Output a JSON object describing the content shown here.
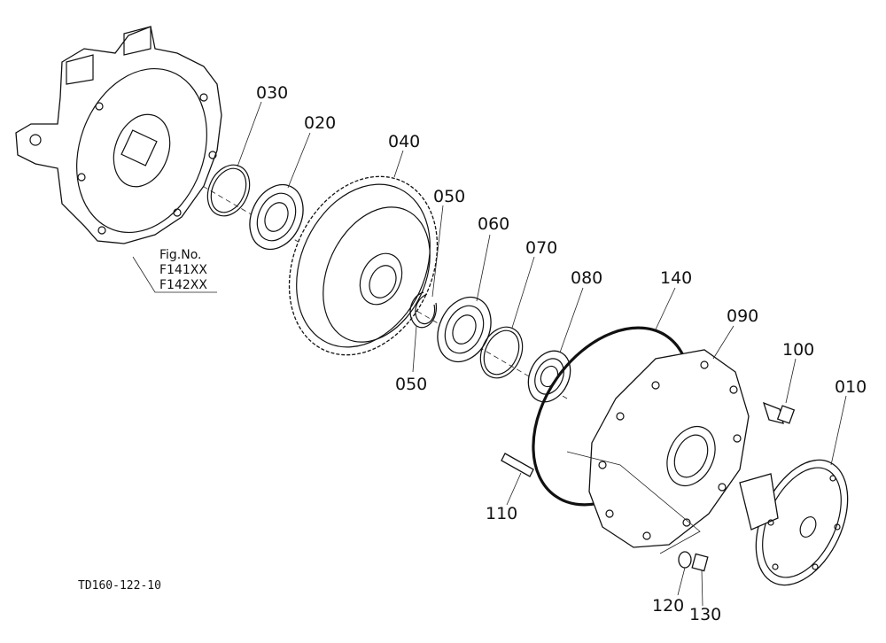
{
  "diagram": {
    "drawing_code": "TD160-122-10",
    "figure_ref": {
      "title": "Fig.No.",
      "refs": [
        "F141XX",
        "F142XX"
      ]
    },
    "part_labels": {
      "p030": "030",
      "p020": "020",
      "p040": "040",
      "p050a": "050",
      "p050b": "050",
      "p060": "060",
      "p070": "070",
      "p080": "080",
      "p140": "140",
      "p090": "090",
      "p100": "100",
      "p010": "010",
      "p110": "110",
      "p120": "120",
      "p130": "130"
    }
  }
}
